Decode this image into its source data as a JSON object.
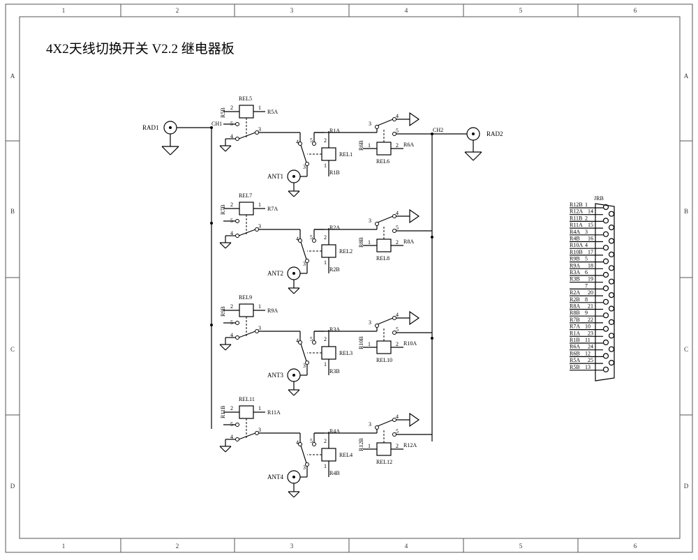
{
  "title": "4X2天线切换开关 V2.2 继电器板",
  "border": {
    "columns": [
      "1",
      "2",
      "3",
      "4",
      "5",
      "6"
    ],
    "rows": [
      "A",
      "B",
      "C",
      "D"
    ]
  },
  "io": {
    "rad1": "RAD1",
    "rad2": "RAD2",
    "ch1": "CH1",
    "ch2": "CH2"
  },
  "stages": [
    {
      "relA": {
        "name": "REL5",
        "left": "R5B",
        "right": "R5A"
      },
      "relB": {
        "name": "REL1",
        "top": "R1A",
        "bot": "R1B"
      },
      "relC": {
        "name": "REL6",
        "left": "R6B",
        "right": "R6A"
      },
      "ant": "ANT1"
    },
    {
      "relA": {
        "name": "REL7",
        "left": "R7B",
        "right": "R7A"
      },
      "relB": {
        "name": "REL2",
        "top": "R2A",
        "bot": "R2B"
      },
      "relC": {
        "name": "REL8",
        "left": "R8B",
        "right": "R8A"
      },
      "ant": "ANT2"
    },
    {
      "relA": {
        "name": "REL9",
        "left": "R9B",
        "right": "R9A"
      },
      "relB": {
        "name": "REL3",
        "top": "R3A",
        "bot": "R3B"
      },
      "relC": {
        "name": "REL10",
        "left": "R10B",
        "right": "R10A"
      },
      "ant": "ANT3"
    },
    {
      "relA": {
        "name": "REL11",
        "left": "R11B",
        "right": "R11A"
      },
      "relB": {
        "name": "REL4",
        "top": "R4A",
        "bot": "R4B"
      },
      "relC": {
        "name": "REL12",
        "left": "R12B",
        "right": "R12A"
      },
      "ant": "ANT4"
    }
  ],
  "pin_numbers": {
    "p1": "1",
    "p2": "2",
    "p3": "3",
    "p4": "4",
    "p5": "5"
  },
  "connector": {
    "name": "JRB",
    "pins": [
      {
        "label": "R12B",
        "pin": "1"
      },
      {
        "label": "R12A",
        "pin": "14"
      },
      {
        "label": "R11B",
        "pin": "2"
      },
      {
        "label": "R11A",
        "pin": "15"
      },
      {
        "label": "R4A",
        "pin": "3"
      },
      {
        "label": "R4B",
        "pin": "16"
      },
      {
        "label": "R10A",
        "pin": "4"
      },
      {
        "label": "R10B",
        "pin": "17"
      },
      {
        "label": "R9B",
        "pin": "5"
      },
      {
        "label": "R9A",
        "pin": "18"
      },
      {
        "label": "R3A",
        "pin": "6"
      },
      {
        "label": "R3B",
        "pin": "19"
      },
      {
        "label": "",
        "pin": "7"
      },
      {
        "label": "R2A",
        "pin": "20"
      },
      {
        "label": "R2B",
        "pin": "8"
      },
      {
        "label": "R8A",
        "pin": "21"
      },
      {
        "label": "R8B",
        "pin": "9"
      },
      {
        "label": "R7B",
        "pin": "22"
      },
      {
        "label": "R7A",
        "pin": "10"
      },
      {
        "label": "R1A",
        "pin": "23"
      },
      {
        "label": "R1B",
        "pin": "11"
      },
      {
        "label": "R6A",
        "pin": "24"
      },
      {
        "label": "R6B",
        "pin": "12"
      },
      {
        "label": "R5A",
        "pin": "25"
      },
      {
        "label": "R5B",
        "pin": "13"
      }
    ]
  }
}
